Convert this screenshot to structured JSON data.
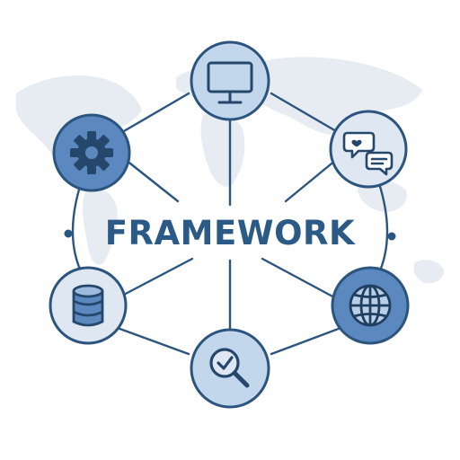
{
  "diagram": {
    "title": "FRAMEWORK",
    "colors": {
      "line": "#2b557f",
      "dark_fill": "#5b89bf",
      "light_fill": "#c2d6ec",
      "pale_fill": "#dfe8f2",
      "icon": "#24476b",
      "map": "#e7edf3"
    },
    "nodes": [
      {
        "id": "top",
        "icon": "monitor-icon",
        "style": "light"
      },
      {
        "id": "upper-right",
        "icon": "chat-bubbles-icon",
        "style": "pale"
      },
      {
        "id": "lower-right",
        "icon": "globe-icon",
        "style": "dark"
      },
      {
        "id": "bottom",
        "icon": "magnifier-check-icon",
        "style": "light"
      },
      {
        "id": "lower-left",
        "icon": "database-icon",
        "style": "pale"
      },
      {
        "id": "upper-left",
        "icon": "gear-icon",
        "style": "dark"
      }
    ]
  }
}
